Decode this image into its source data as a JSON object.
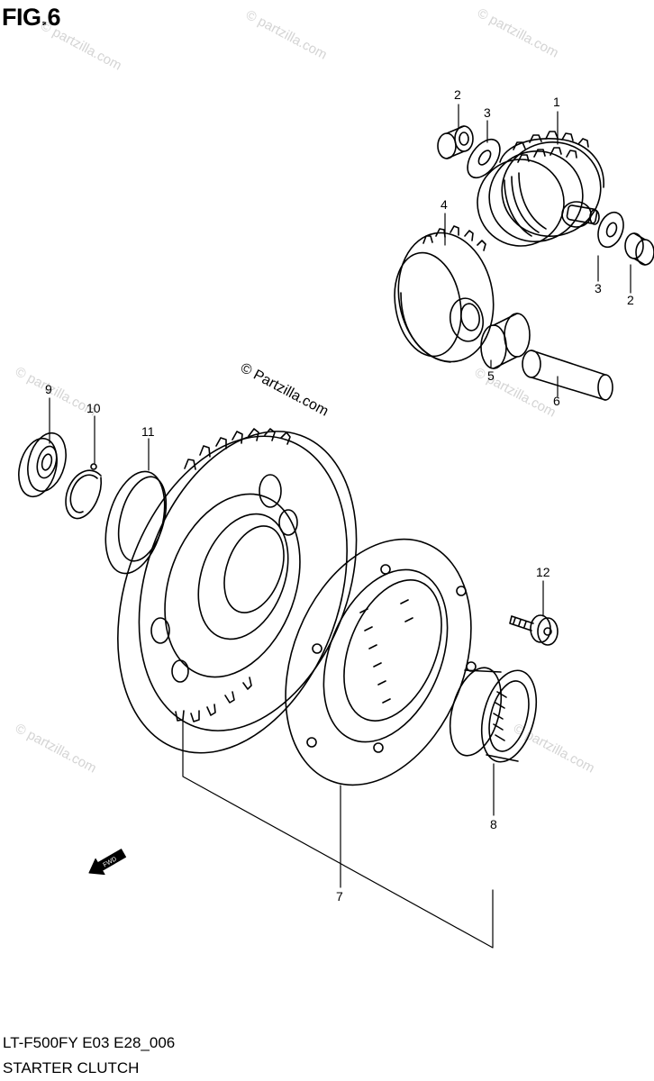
{
  "figure": {
    "title": "FIG.6",
    "code": "LT-F500FY E03 E28_006",
    "caption": "STARTER CLUTCH",
    "copyright": "© Partzilla.com",
    "watermark": "© partzilla.com",
    "fwd_label": "FWD"
  },
  "callouts": [
    {
      "num": "1",
      "part": "starter-clutch-idle-gear-assembly"
    },
    {
      "num": "2",
      "part": "bushing-top"
    },
    {
      "num": "3",
      "part": "washer-top"
    },
    {
      "num": "4",
      "part": "idle-gear"
    },
    {
      "num": "5",
      "part": "idle-gear-bushing"
    },
    {
      "num": "6",
      "part": "idle-gear-shaft"
    },
    {
      "num": "3",
      "part": "washer-right"
    },
    {
      "num": "2",
      "part": "bushing-right"
    },
    {
      "num": "9",
      "part": "bearing"
    },
    {
      "num": "10",
      "part": "circlip"
    },
    {
      "num": "11",
      "part": "washer-thrust"
    },
    {
      "num": "12",
      "part": "bolt"
    },
    {
      "num": "7",
      "part": "starter-clutch-assembly"
    },
    {
      "num": "8",
      "part": "one-way-clutch"
    }
  ],
  "colors": {
    "line": "#000000",
    "watermark": "#d4d4d4",
    "background": "#ffffff"
  }
}
